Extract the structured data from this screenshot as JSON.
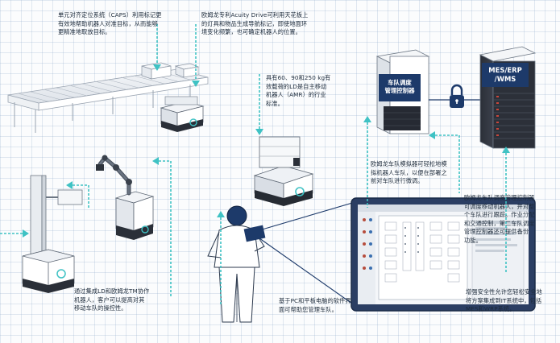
{
  "notes": {
    "caps": "单元对齐定位系统（CAPS）利用标记更\n有效地帮助机器人对准目标，从而能够\n更精准地取放目标。",
    "acuity": "欧姆龙专利Acuity Drive可利用天花板上\n的灯具和物品生成导航标记，即使地面环\n境变化频繁，也可确定机器人的位置。",
    "payload": "具有60、90和250 kg有\n效载荷的LD是自主移动\n机器人（AMR）的行业\n标准。",
    "simulator": "欧姆龙车队模拟器可轻松地模\n拟机器人车队，以便在部署之\n前对车队进行微调。",
    "fleet_manager": "欧姆龙车队调度管理控制器\n可调度移动机器人，并对整\n个车队进行跟踪。作业分配\n和交通控制，第二车队调度\n管理控制器还可提供备份\n功能。",
    "tm_cobot": "通过集成LD和欧姆龙TM协作\n机器人，客户可以提高对其\n移动车队的操控性。",
    "software": "基于PC和平板电脑的软件界\n面可帮助您管理车队。",
    "security": "增强安全性允许您轻松安全地\n将方案集成到IT系统中，包括\nMES和WRP系统。"
  },
  "labels": {
    "fleet_box": "车队调度\n管理控制器",
    "mes_box": "MES/ERP\n/WMS"
  },
  "icons": {
    "lock": "lock-icon",
    "rack_server": "server-icon",
    "tablet": "tablet-icon"
  },
  "colors": {
    "accent": "#3fc2c4",
    "navy": "#1d3a6a",
    "server_dark": "#262a33"
  }
}
